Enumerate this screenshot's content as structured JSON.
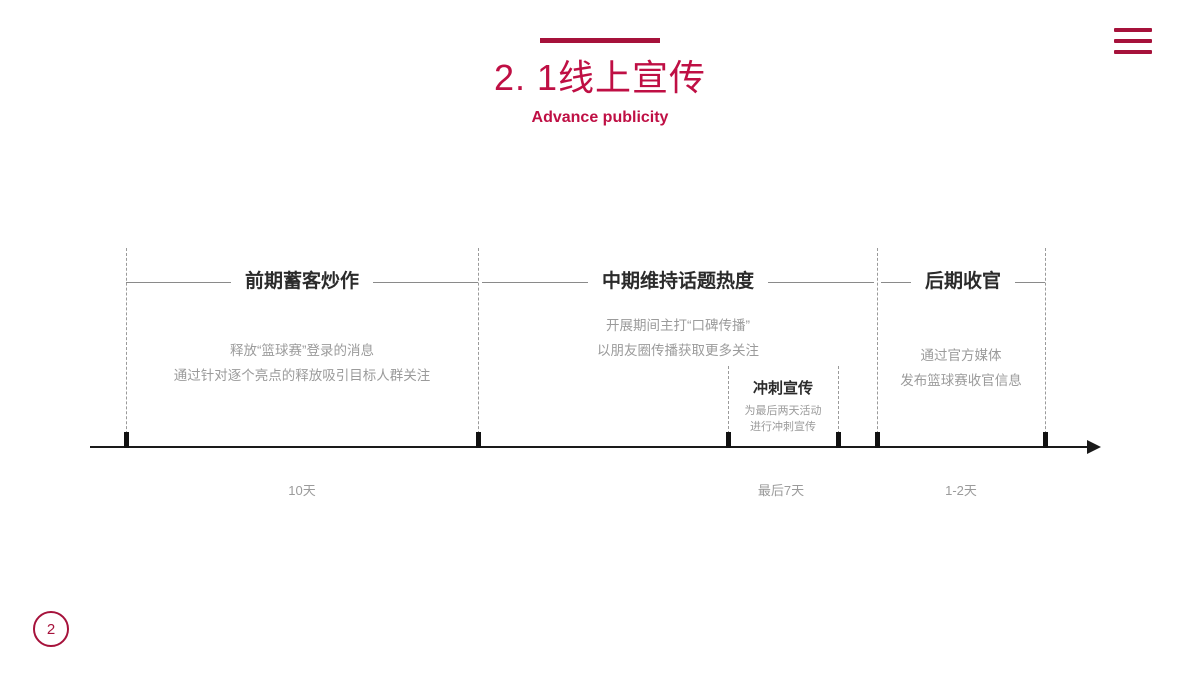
{
  "slide": {
    "title": "2. 1线上宣传",
    "subtitle": "Advance publicity",
    "page_number": "2",
    "accent_color": "#bf0f44",
    "accent_bar_color": "#a6123b",
    "body_text_color": "#9b9b9b",
    "heading_text_color": "#2b2b2b"
  },
  "menu": {
    "icon": "hamburger-icon",
    "bars": 3
  },
  "timeline": {
    "phases": [
      {
        "title": "前期蓄客炒作",
        "lines": [
          "释放“篮球赛”登录的消息",
          "通过针对逐个亮点的释放吸引目标人群关注"
        ],
        "duration_label": "10天"
      },
      {
        "title": "中期维持话题热度",
        "lines": [
          "开展期间主打“口碑传播”",
          "以朋友圈传播获取更多关注"
        ],
        "duration_label": "最后7天"
      },
      {
        "title": "后期收官",
        "lines": [
          "通过官方媒体",
          "发布篮球赛收官信息"
        ],
        "duration_label": "1-2天"
      }
    ],
    "sub_phase": {
      "title": "冲刺宣传",
      "lines": [
        "为最后两天活动",
        "进行冲刺宣传"
      ]
    }
  }
}
